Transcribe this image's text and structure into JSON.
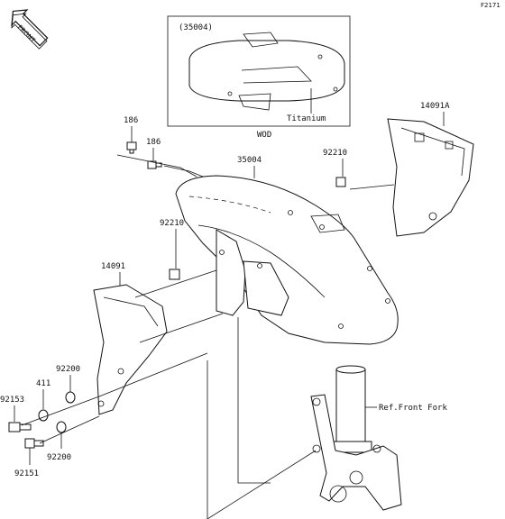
{
  "figure_code": "F2171",
  "front_badge": "FRONT",
  "inset": {
    "part_no": "(35004)",
    "callout": "Titanium",
    "caption": "WOD"
  },
  "labels": {
    "bolt_a": "186",
    "bolt_b": "186",
    "fender": "35004",
    "nut_right": "92210",
    "cover_right": "14091A",
    "nut_left": "92210",
    "cover_left": "14091",
    "washer_upper": "92200",
    "collar": "411",
    "bolt_upper": "92153",
    "washer_lower": "92200",
    "bolt_lower": "92151",
    "fork_ref": "Ref.Front Fork"
  }
}
